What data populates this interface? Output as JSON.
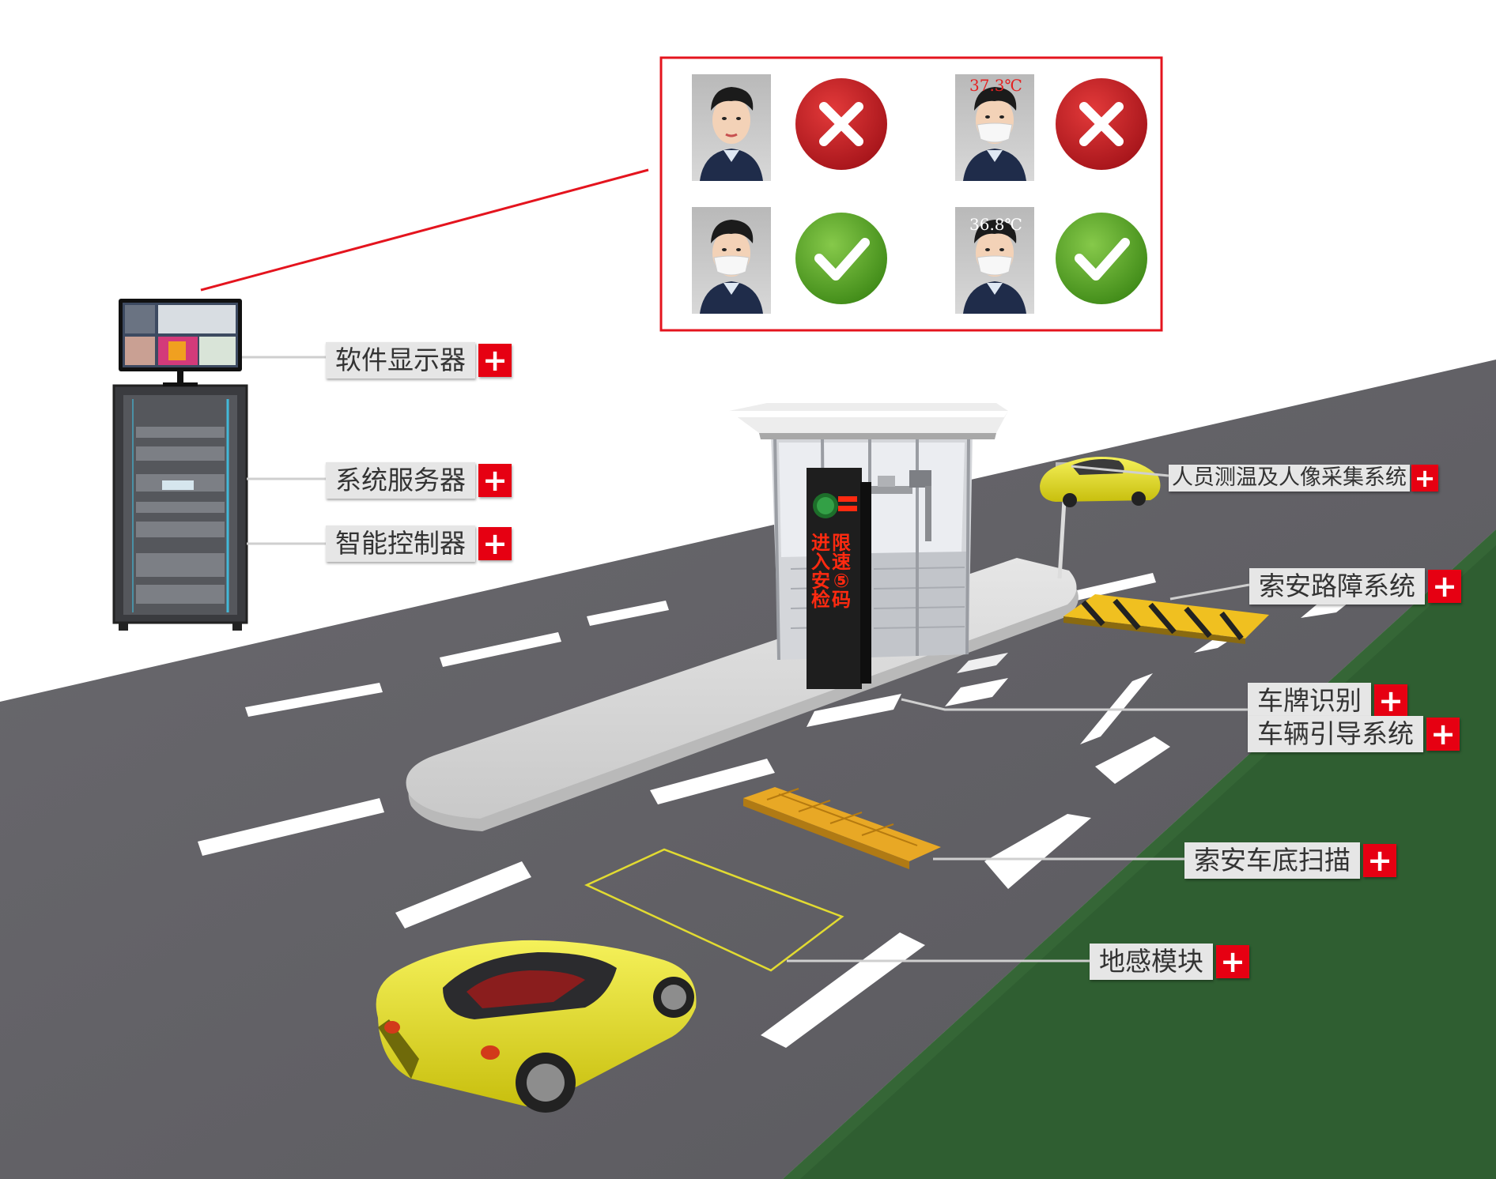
{
  "labels": {
    "monitor": "软件显示器",
    "server": "系统服务器",
    "controller": "智能控制器",
    "temp_system": "人员测温及人像采集系统",
    "barrier": "索安路障系统",
    "plate": "车牌识别",
    "guide": "车辆引导系统",
    "underbody": "索安车底扫描",
    "ground": "地感模块",
    "plus": "+"
  },
  "face_panel": {
    "temp_high": "37.3℃",
    "temp_normal": "36.8℃",
    "rows": [
      {
        "left": "no-mask",
        "left_result": "rejected",
        "right": "mask-high-temp",
        "right_result": "rejected"
      },
      {
        "left": "mask",
        "left_result": "accepted",
        "right": "mask-normal-temp",
        "right_result": "accepted"
      }
    ]
  },
  "sign": {
    "col1": "进入安检",
    "col2": "限速⑤码"
  },
  "colors": {
    "road": "#626166",
    "grass": "#2f5e31",
    "accent_red": "#e60012",
    "callout_frame": "#e4141e",
    "reject": "#c41a1f",
    "accept": "#5aa023",
    "car": "#e8e21b",
    "led": "#ff2a10"
  },
  "icons": {
    "reject": "cross-icon",
    "accept": "check-icon",
    "plus": "plus-icon"
  }
}
